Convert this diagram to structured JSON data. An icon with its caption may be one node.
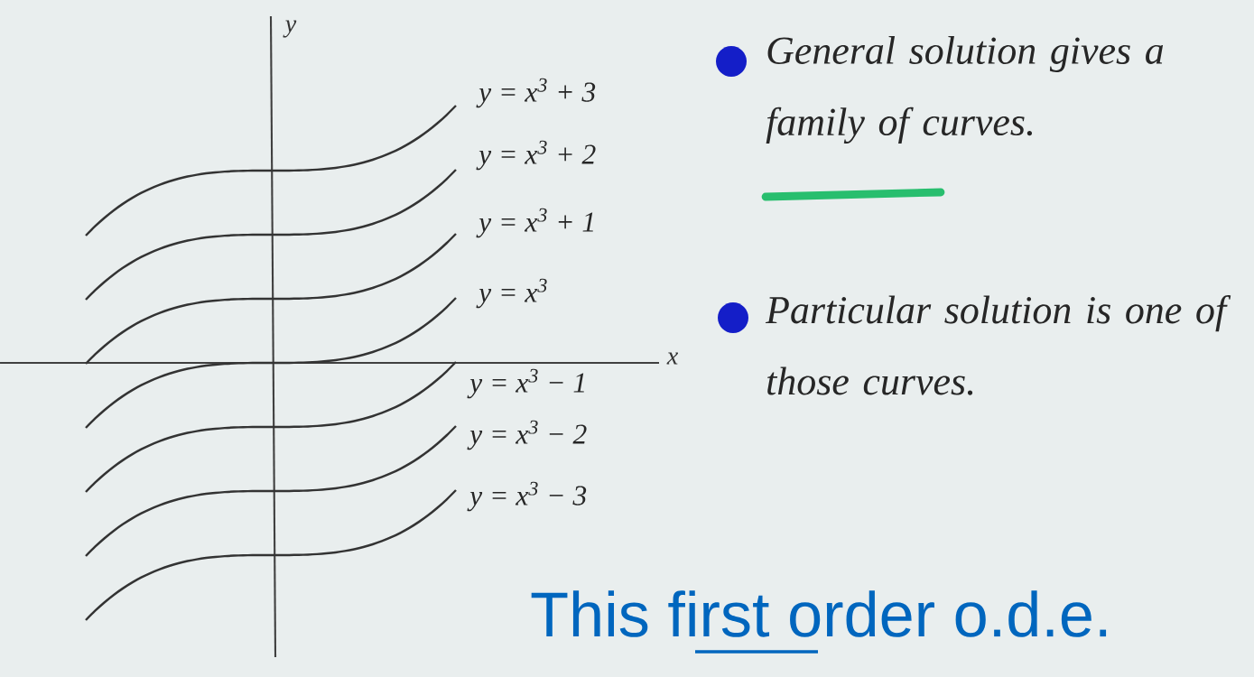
{
  "diagram": {
    "labels": [
      "y",
      "y = x$^{3}$ + 3",
      "y = x$^{3}$ + 2",
      "y = x$^{3}$ + 1",
      "y = x$^{3}$",
      "x",
      "y = x$^{3}$ − 1",
      "y = x$^{3}$ − 2",
      "y = x$^{3}$ − 3",
      "General solution gives a family of curves.",
      "Particular solution is one of those curves.",
      "This first order o.d.e."
    ]
  }
}
